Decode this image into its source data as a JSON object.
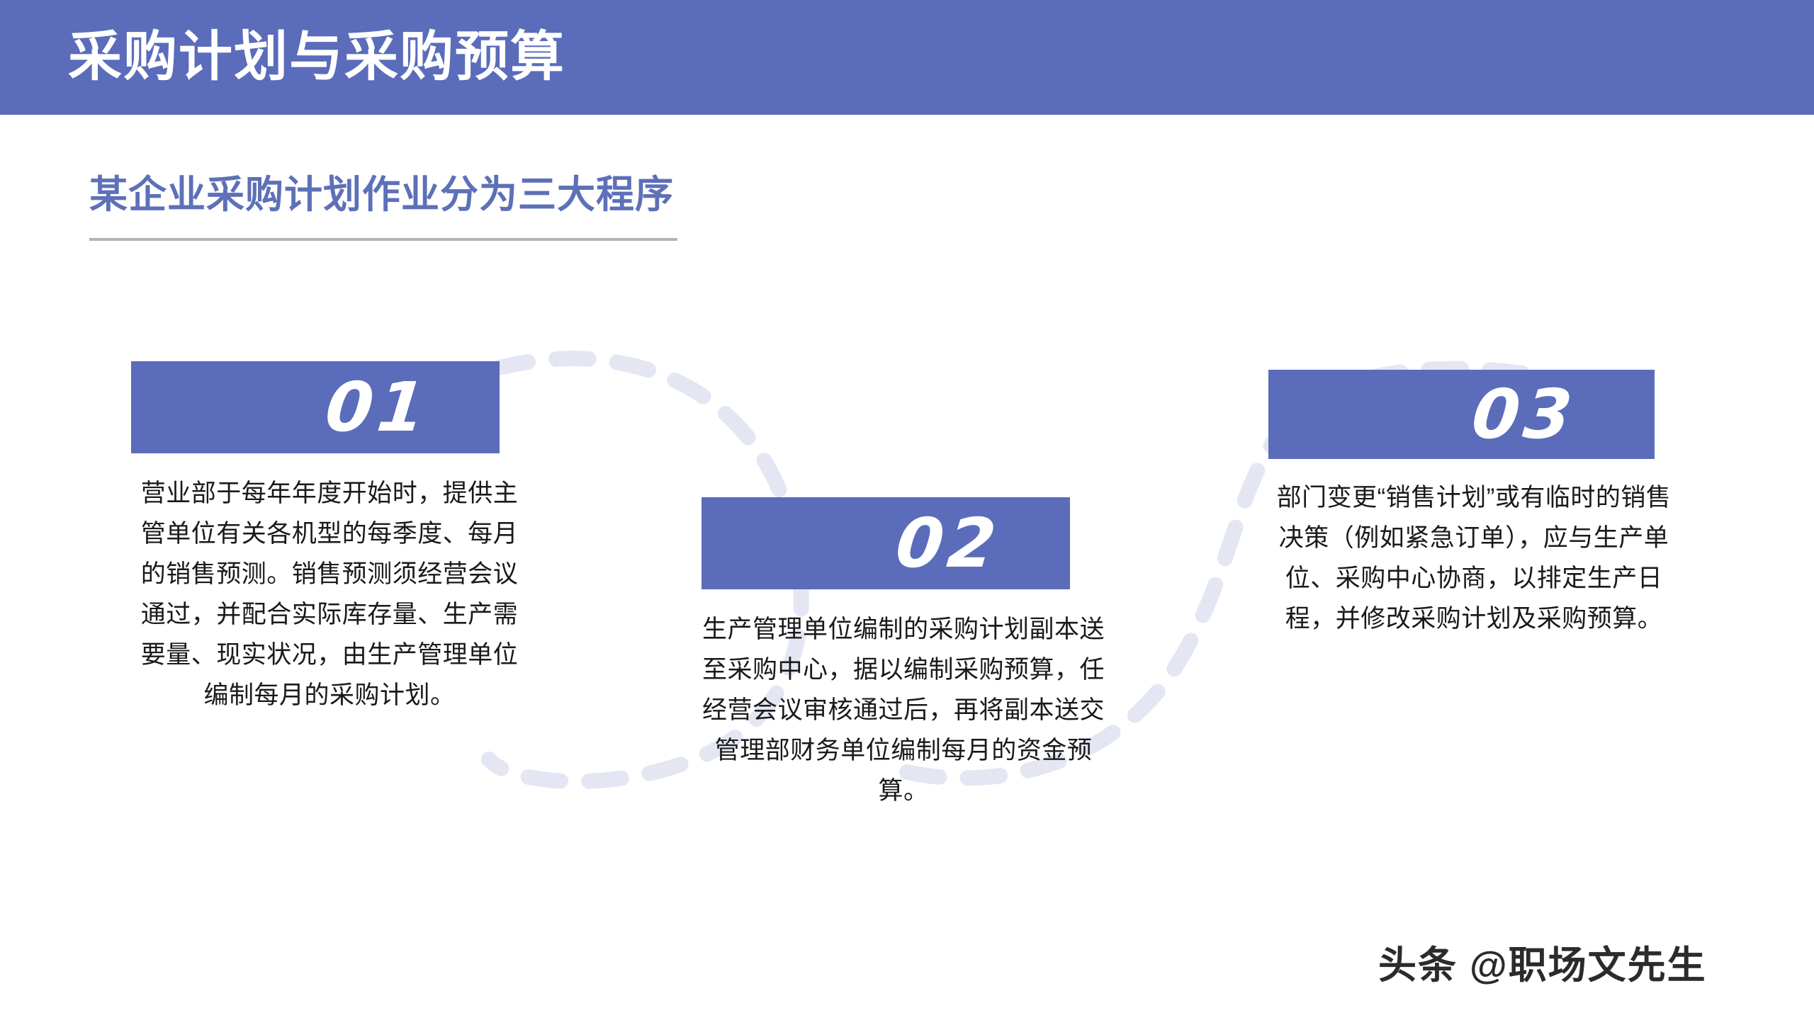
{
  "header": {
    "title": "采购计划与采购预算",
    "bar_color": "#5a6cba",
    "title_color": "#ffffff"
  },
  "subtitle": {
    "text": "某企业采购计划作业分为三大程序",
    "color": "#5d70b8",
    "rule_color": "#b3b3b3"
  },
  "theme": {
    "accent": "#5a6cba",
    "connector_color": "#e4e7f3",
    "body_text": "#1a1a1a",
    "background": "#ffffff"
  },
  "steps": [
    {
      "number": "01",
      "body": "营业部于每年年度开始时，提供主管单位有关各机型的每季度、每月的销售预测。销售预测须经营会议通过，并配合实际库存量、生产需要量、现实状况，由生产管理单位编制每月的采购计划。"
    },
    {
      "number": "02",
      "body": "生产管理单位编制的采购计划副本送至采购中心，据以编制采购预算，任经营会议审核通过后，再将副本送交管理部财务单位编制每月的资金预算。"
    },
    {
      "number": "03",
      "body": "部门变更“销售计划”或有临时的销售决策（例如紧急订单），应与生产单位、采购中心协商，以排定生产日程，并修改采购计划及采购预算。"
    }
  ],
  "watermark": {
    "text": "头条 @职场文先生"
  }
}
